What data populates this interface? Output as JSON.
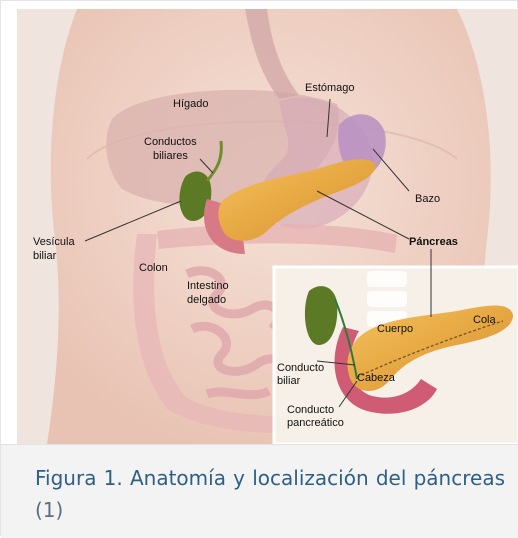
{
  "figure": {
    "labels": {
      "higado": "Hígado",
      "estomago": "Estómago",
      "conductos_biliares": [
        "Conductos",
        "biliares"
      ],
      "bazo": "Bazo",
      "vesicula_biliar": [
        "Vesícula",
        "biliar"
      ],
      "pancreas": "Páncreas",
      "colon": "Colon",
      "intestino_delgado": [
        "Intestino",
        "delgado"
      ]
    },
    "inset_labels": {
      "cuerpo": "Cuerpo",
      "cola": "Cola",
      "conducto_biliar": [
        "Conducto",
        "biliar"
      ],
      "cabeza": "Cabeza",
      "conducto_pancreatico": [
        "Conducto",
        "pancreático"
      ]
    },
    "colors": {
      "skin": "#f1d6cb",
      "pancreas": "#e8a73b",
      "gallbladder": "#5c7a26",
      "duodenum": "#cf5b74",
      "caption_text": "#2e5f84"
    }
  },
  "caption": {
    "text": "Figura 1. Anatomía y localización del páncreas",
    "ref": "(1)"
  }
}
